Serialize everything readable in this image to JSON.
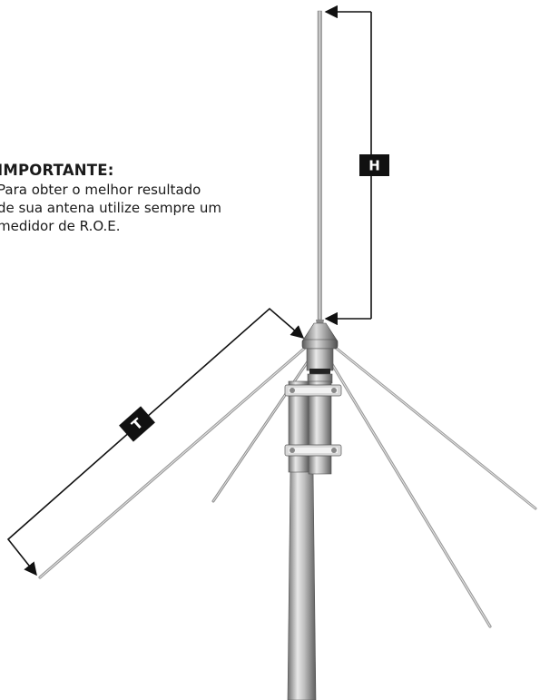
{
  "note": {
    "title": "IMPORTANTE:",
    "lines": [
      "Para obter o melhor resultado",
      "de sua antena utilize sempre um",
      "medidor de R.O.E."
    ]
  },
  "dimensions": {
    "height_label": "H",
    "radial_label": "T"
  },
  "colors": {
    "ink": "#111111",
    "label_bg": "#111111",
    "label_text": "#ffffff",
    "metal_light": "#e4e4e4",
    "metal_dark": "#7a7a7a"
  }
}
